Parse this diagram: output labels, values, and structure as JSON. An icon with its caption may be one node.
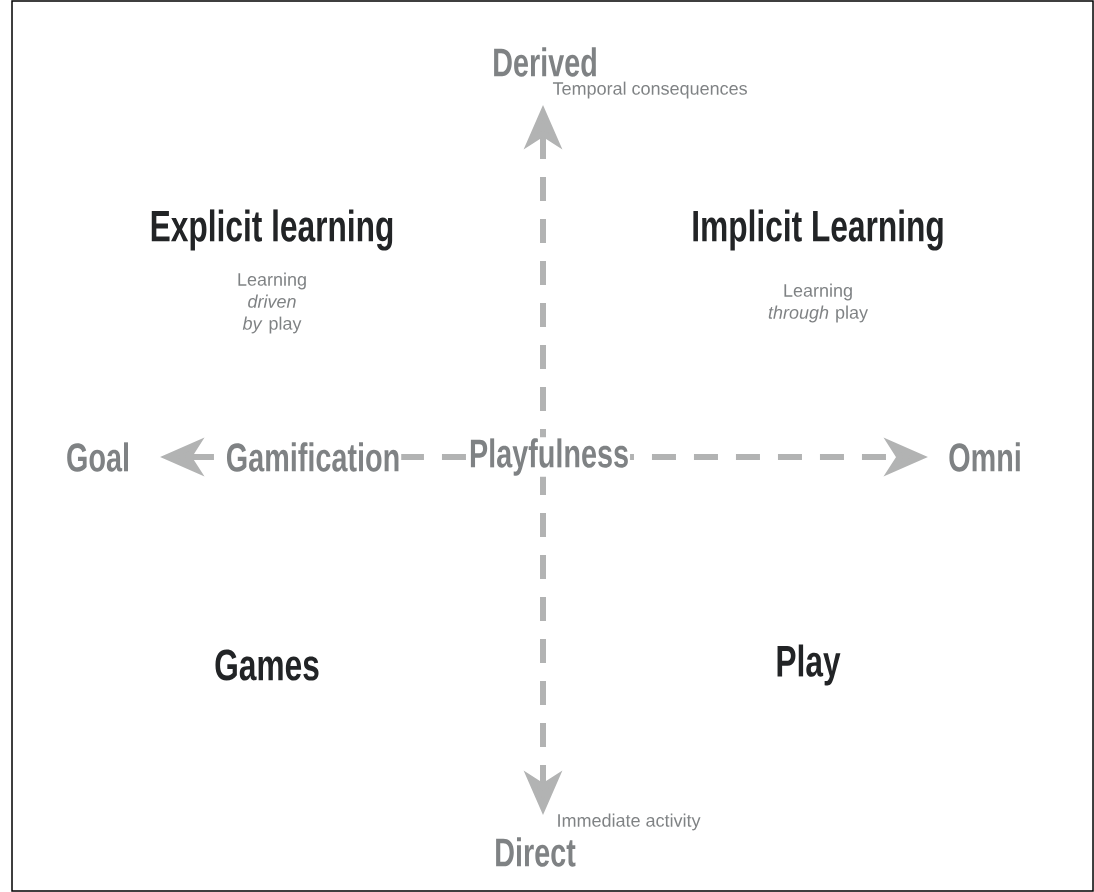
{
  "diagram": {
    "labels": [
      "Derived",
      "Temporal consequences",
      "Explicit learning",
      "Implicit Learning",
      "Learning *driven by* play",
      "Learning *through* play",
      "Goal",
      "Gamification",
      "Playfulness",
      "Omni",
      "Games",
      "Play",
      "Immediate activity",
      "Direct"
    ]
  }
}
